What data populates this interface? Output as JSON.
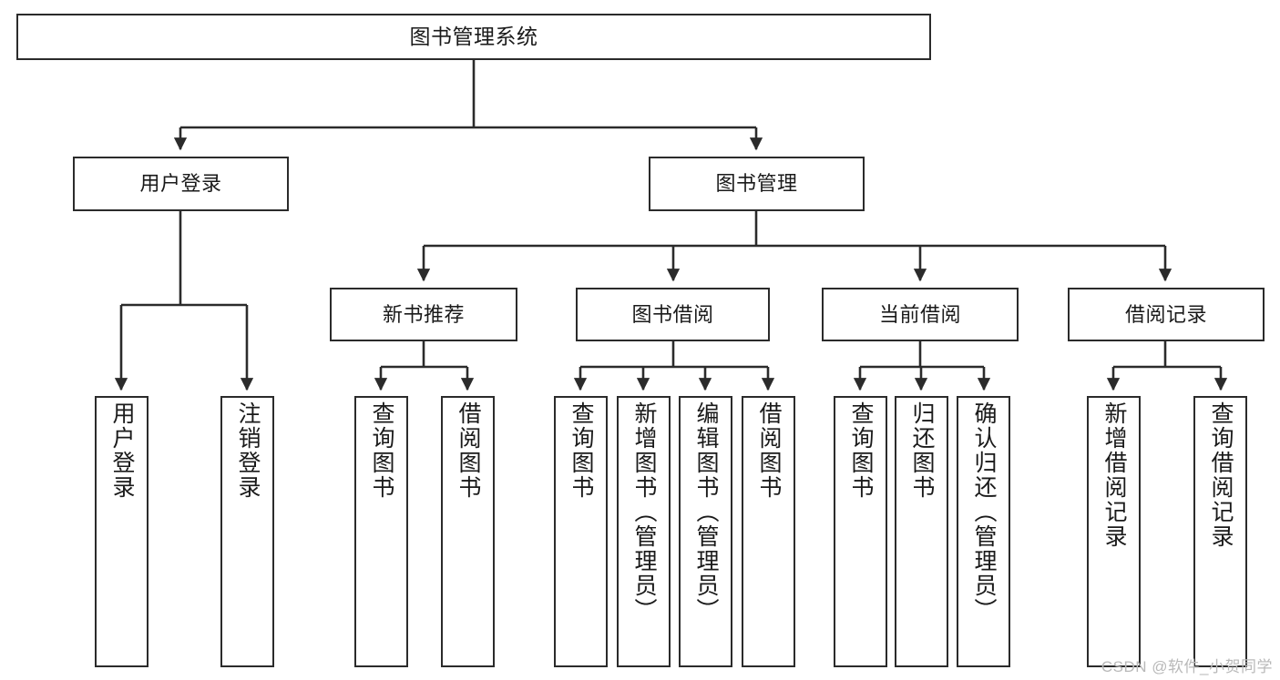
{
  "diagram": {
    "type": "hierarchy-tree",
    "title": "图书管理系统",
    "watermark": "CSDN @软件_小贺同学",
    "colors": {
      "box_border": "#2b2b2b",
      "box_fill": "#ffffff",
      "connector": "#2b2b2b",
      "text": "#1a1a1a",
      "watermark": "#b9b9b9"
    },
    "levels": {
      "root": {
        "label": "图书管理系统"
      },
      "level1": [
        {
          "label": "用户登录"
        },
        {
          "label": "图书管理"
        }
      ],
      "level2": [
        {
          "label": "新书推荐"
        },
        {
          "label": "图书借阅"
        },
        {
          "label": "当前借阅"
        },
        {
          "label": "借阅记录"
        }
      ],
      "leaves": {
        "user_login": [
          {
            "label": "用户登录"
          },
          {
            "label": "注销登录"
          }
        ],
        "new_book": [
          {
            "label": "查询图书"
          },
          {
            "label": "借阅图书"
          }
        ],
        "book_borrow": [
          {
            "label": "查询图书"
          },
          {
            "label": "新增图书（管理员）"
          },
          {
            "label": "编辑图书（管理员）"
          },
          {
            "label": "借阅图书"
          }
        ],
        "current_borrow": [
          {
            "label": "查询图书"
          },
          {
            "label": "归还图书"
          },
          {
            "label": "确认归还（管理员）"
          }
        ],
        "borrow_record": [
          {
            "label": "新增借阅记录"
          },
          {
            "label": "查询借阅记录"
          }
        ]
      }
    }
  }
}
